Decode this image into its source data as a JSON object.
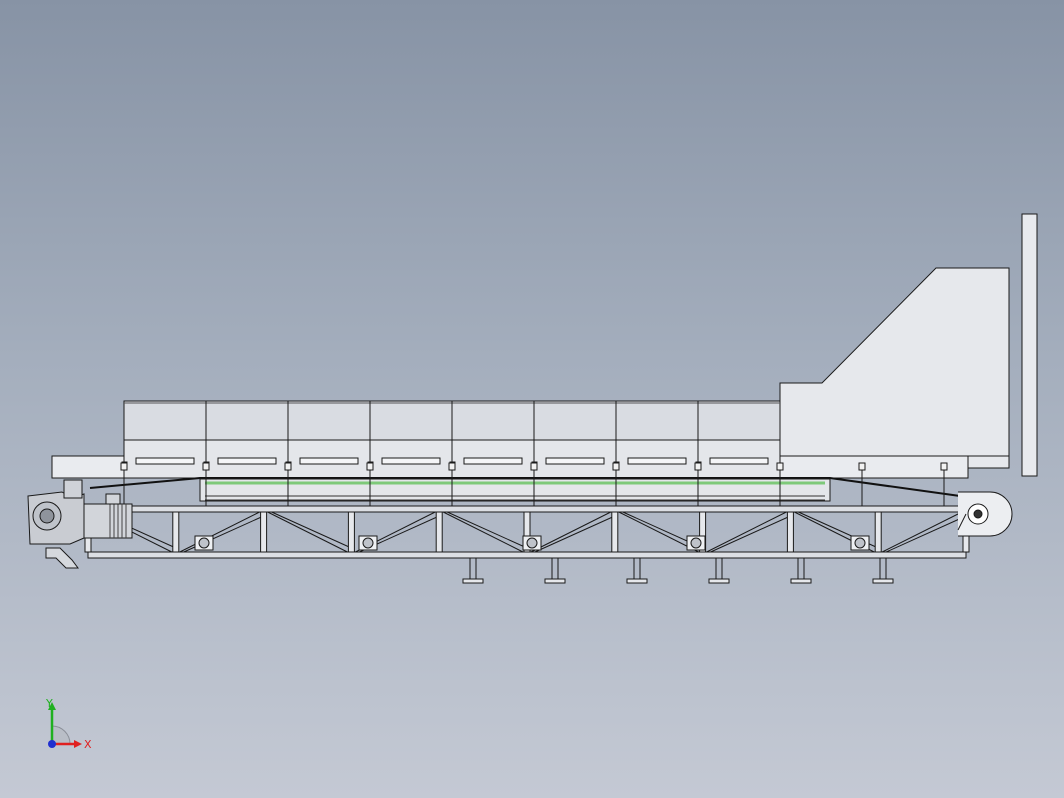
{
  "viewport": {
    "background_top": "#8793a5",
    "background_bottom": "#c4c9d4"
  },
  "model": {
    "description_icon": "belt-conveyor-side-view",
    "housing_sections": 8,
    "truss_panels": 10,
    "support_legs": 6,
    "return_idlers": 5,
    "belt_color": "#7ec97a"
  },
  "triad": {
    "x_label": "X",
    "y_label": "Y",
    "x_color": "#e02020",
    "y_color": "#20b020",
    "z_color": "#2030d0"
  }
}
